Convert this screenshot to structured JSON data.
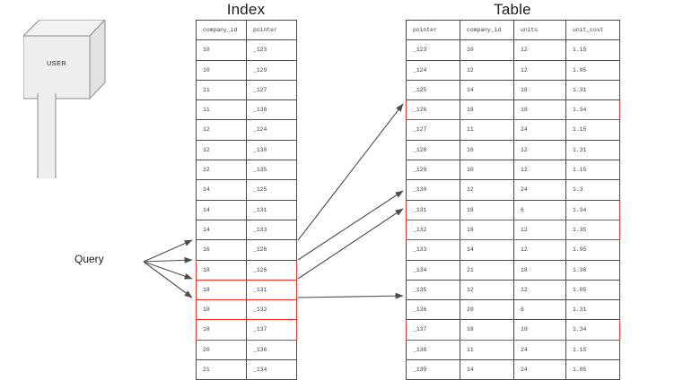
{
  "diagram": {
    "user_box_label": "USER",
    "query_label": "Query",
    "index": {
      "title": "Index",
      "columns": [
        "company_id",
        "pointer"
      ],
      "rows": [
        {
          "company_id": "10",
          "pointer": "_123",
          "highlight": false
        },
        {
          "company_id": "10",
          "pointer": "_129",
          "highlight": false
        },
        {
          "company_id": "11",
          "pointer": "_127",
          "highlight": false
        },
        {
          "company_id": "11",
          "pointer": "_138",
          "highlight": false
        },
        {
          "company_id": "12",
          "pointer": "_124",
          "highlight": false
        },
        {
          "company_id": "12",
          "pointer": "_130",
          "highlight": false
        },
        {
          "company_id": "12",
          "pointer": "_135",
          "highlight": false
        },
        {
          "company_id": "14",
          "pointer": "_125",
          "highlight": false
        },
        {
          "company_id": "14",
          "pointer": "_131",
          "highlight": false
        },
        {
          "company_id": "14",
          "pointer": "_133",
          "highlight": false
        },
        {
          "company_id": "16",
          "pointer": "_128",
          "highlight": false
        },
        {
          "company_id": "18",
          "pointer": "_126",
          "highlight": true
        },
        {
          "company_id": "18",
          "pointer": "_131",
          "highlight": true
        },
        {
          "company_id": "18",
          "pointer": "_132",
          "highlight": true
        },
        {
          "company_id": "18",
          "pointer": "_137",
          "highlight": true
        },
        {
          "company_id": "20",
          "pointer": "_136",
          "highlight": false
        },
        {
          "company_id": "21",
          "pointer": "_134",
          "highlight": false
        }
      ]
    },
    "table": {
      "title": "Table",
      "columns": [
        "pointer",
        "company_id",
        "units",
        "unit_cost"
      ],
      "rows": [
        {
          "pointer": "_123",
          "company_id": "10",
          "units": "12",
          "unit_cost": "1.15",
          "highlight": false
        },
        {
          "pointer": "_124",
          "company_id": "12",
          "units": "12",
          "unit_cost": "1.05",
          "highlight": false
        },
        {
          "pointer": "_125",
          "company_id": "14",
          "units": "18",
          "unit_cost": "1.31",
          "highlight": false
        },
        {
          "pointer": "_126",
          "company_id": "18",
          "units": "18",
          "unit_cost": "1.34",
          "highlight": true
        },
        {
          "pointer": "_127",
          "company_id": "11",
          "units": "24",
          "unit_cost": "1.15",
          "highlight": false
        },
        {
          "pointer": "_128",
          "company_id": "16",
          "units": "12",
          "unit_cost": "1.31",
          "highlight": false
        },
        {
          "pointer": "_129",
          "company_id": "10",
          "units": "12",
          "unit_cost": "1.15",
          "highlight": false
        },
        {
          "pointer": "_130",
          "company_id": "12",
          "units": "24",
          "unit_cost": "1.3",
          "highlight": false
        },
        {
          "pointer": "_131",
          "company_id": "18",
          "units": "6",
          "unit_cost": "1.34",
          "highlight": true
        },
        {
          "pointer": "_132",
          "company_id": "18",
          "units": "12",
          "unit_cost": "1.35",
          "highlight": true
        },
        {
          "pointer": "_133",
          "company_id": "14",
          "units": "12",
          "unit_cost": "1.95",
          "highlight": false
        },
        {
          "pointer": "_134",
          "company_id": "21",
          "units": "18",
          "unit_cost": "1.36",
          "highlight": false
        },
        {
          "pointer": "_135",
          "company_id": "12",
          "units": "12",
          "unit_cost": "1.05",
          "highlight": false
        },
        {
          "pointer": "_136",
          "company_id": "20",
          "units": "6",
          "unit_cost": "1.31",
          "highlight": false
        },
        {
          "pointer": "_137",
          "company_id": "18",
          "units": "18",
          "unit_cost": "1.34",
          "highlight": true
        },
        {
          "pointer": "_138",
          "company_id": "11",
          "units": "24",
          "unit_cost": "1.15",
          "highlight": false
        },
        {
          "pointer": "_139",
          "company_id": "14",
          "units": "24",
          "unit_cost": "1.05",
          "highlight": false
        }
      ]
    },
    "colors": {
      "highlight": "#ff2a2a",
      "border": "#4d4d4d",
      "shape_fill": "#eeeeee",
      "shape_stroke": "#8c8c8c",
      "arrow": "#4d4d4d",
      "text": "#3c3c3c"
    }
  }
}
